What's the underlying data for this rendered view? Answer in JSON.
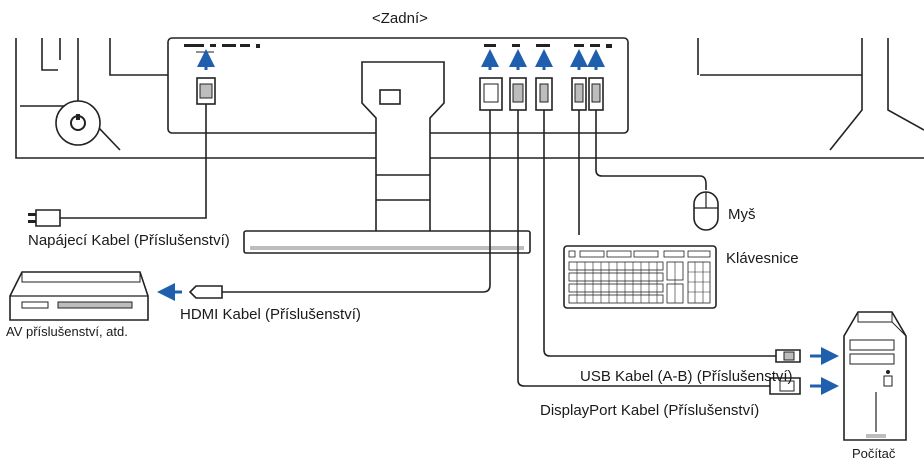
{
  "title": "<Zadní>",
  "labels": {
    "power_cable": "Napájecí Kabel (Příslušenství)",
    "hdmi_cable": "HDMI Kabel (Příslušenství)",
    "av_device": "AV příslušenství, atd.",
    "mouse": "Myš",
    "keyboard": "Klávesnice",
    "usb_cable": "USB Kabel (A-B) (Příslušenství)",
    "displayport_cable": "DisplayPort Kabel (Příslušenství)",
    "computer": "Počítač"
  },
  "colors": {
    "arrow": "#1f5fae",
    "line": "#222222",
    "fill_light": "#e6e6e6",
    "fill_mid": "#bdbdbd"
  },
  "icons": {
    "arrows": "blue-arrow-icon",
    "port_row": "port-row-icon"
  }
}
